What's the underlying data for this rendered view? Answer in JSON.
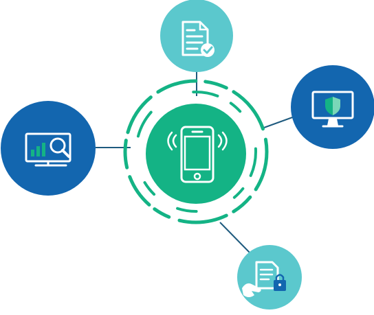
{
  "colors": {
    "center": "#14b385",
    "ring": "#14b385",
    "connector": "#1e5a7e",
    "teal_node": "#5bc8cd",
    "blue_node": "#1366af",
    "icon": "#ffffff",
    "check_badge": "#5bc8cd",
    "lock_accent": "#1366af"
  },
  "nodes": [
    {
      "id": "center",
      "icon": "smartphone-with-signal-icon"
    },
    {
      "id": "top",
      "icon": "document-check-icon"
    },
    {
      "id": "right",
      "icon": "monitor-shield-icon"
    },
    {
      "id": "left",
      "icon": "monitor-analytics-search-icon"
    },
    {
      "id": "bottom",
      "icon": "document-lock-hand-icon"
    }
  ]
}
